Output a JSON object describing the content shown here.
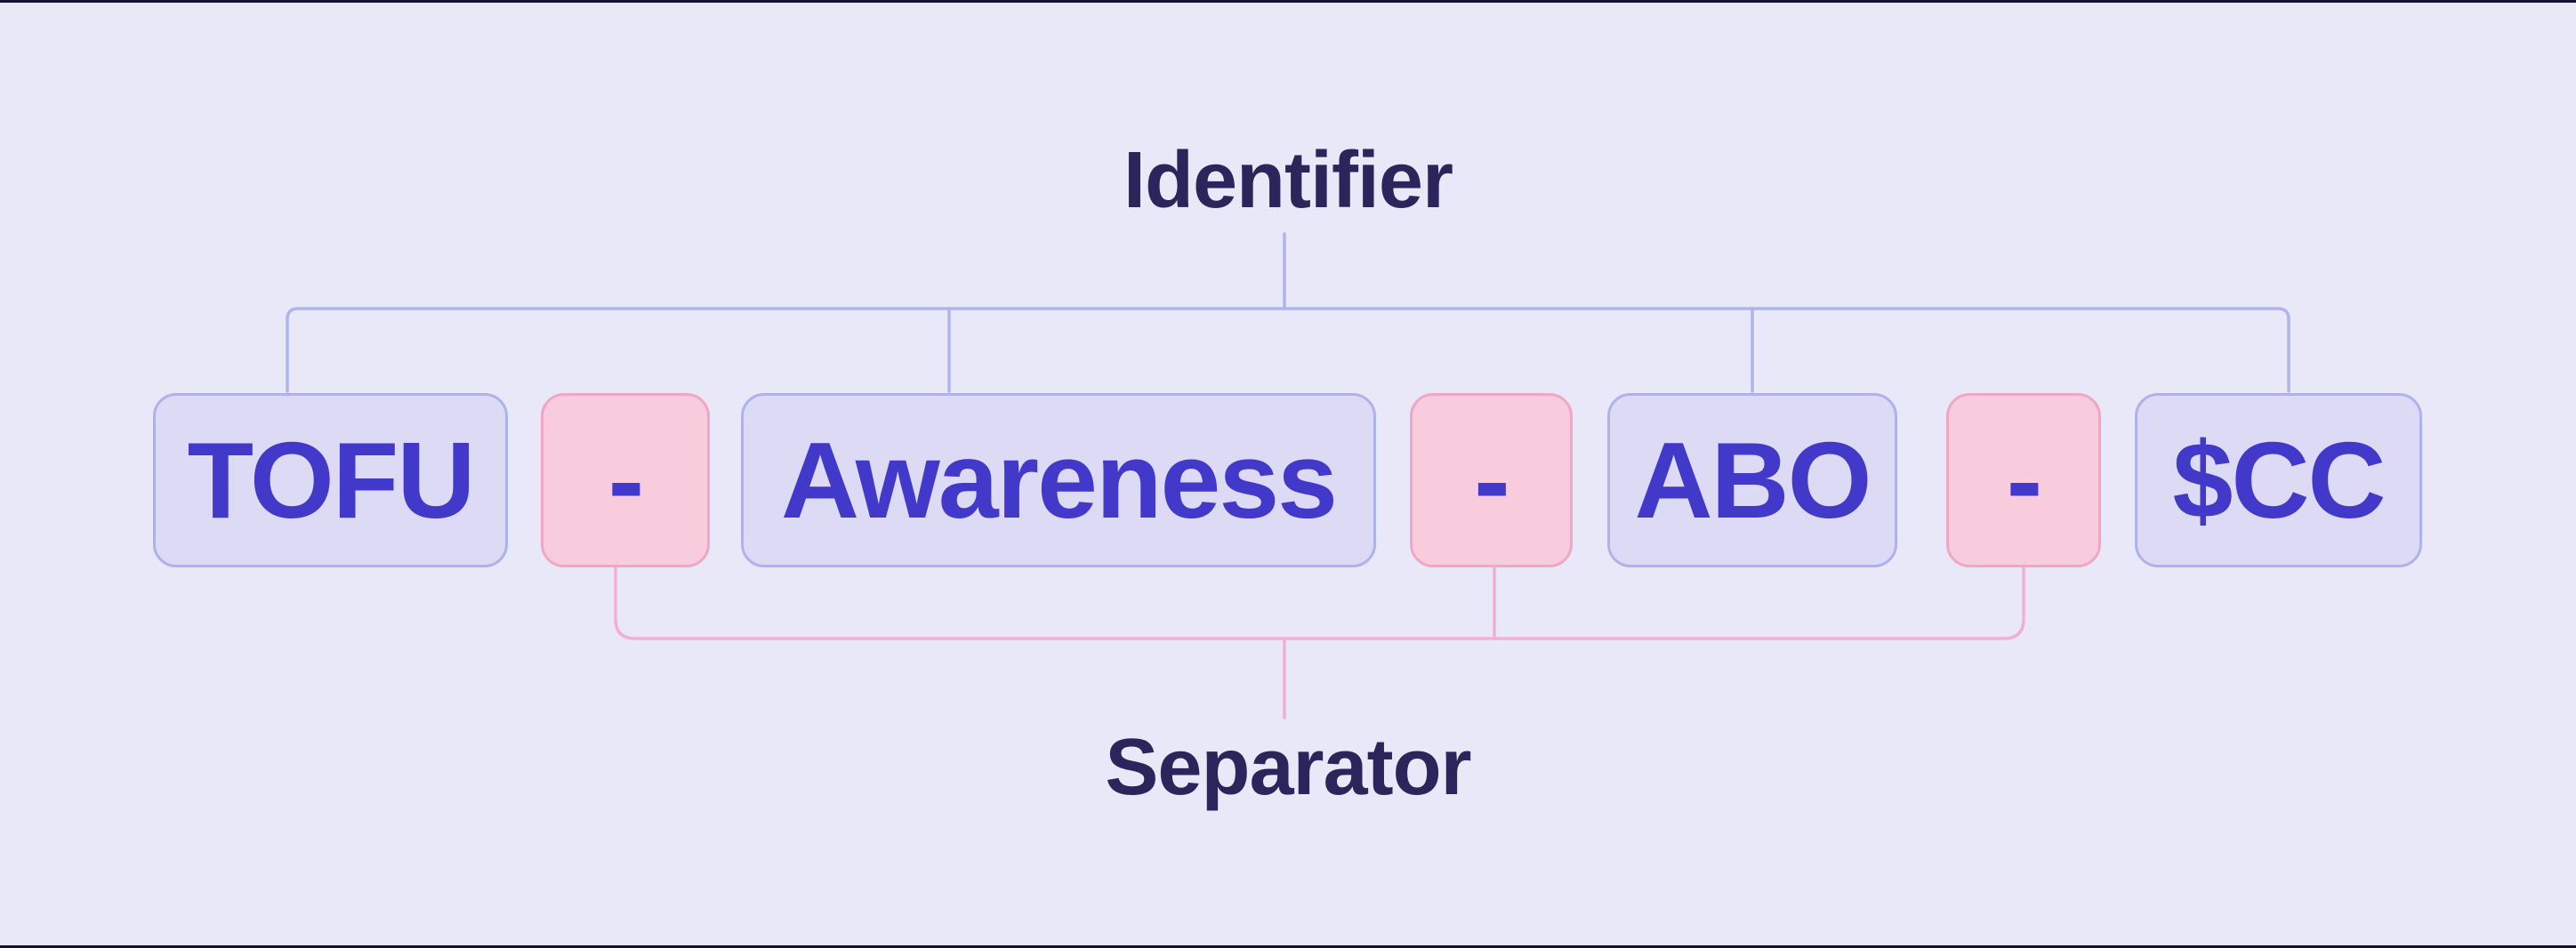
{
  "diagram": {
    "top_label": "Identifier",
    "bottom_label": "Separator",
    "tokens": [
      {
        "text": "TOFU",
        "type": "identifier"
      },
      {
        "text": "-",
        "type": "separator"
      },
      {
        "text": "Awareness",
        "type": "identifier"
      },
      {
        "text": "-",
        "type": "separator"
      },
      {
        "text": "ABO",
        "type": "identifier"
      },
      {
        "text": "-",
        "type": "separator"
      },
      {
        "text": "$CC",
        "type": "identifier"
      }
    ],
    "colors": {
      "background": "#e9e8f9",
      "edge_strip": "#141232",
      "label_text": "#2b255c",
      "token_text": "#4238c9",
      "identifier_box_fill": "#dcdaf5",
      "identifier_box_border": "#aeb2ec",
      "separator_box_fill": "#f8cbdd",
      "separator_box_border": "#f0a6c4",
      "identifier_line": "#aeb4ee",
      "separator_line": "#f3b0ce"
    }
  }
}
